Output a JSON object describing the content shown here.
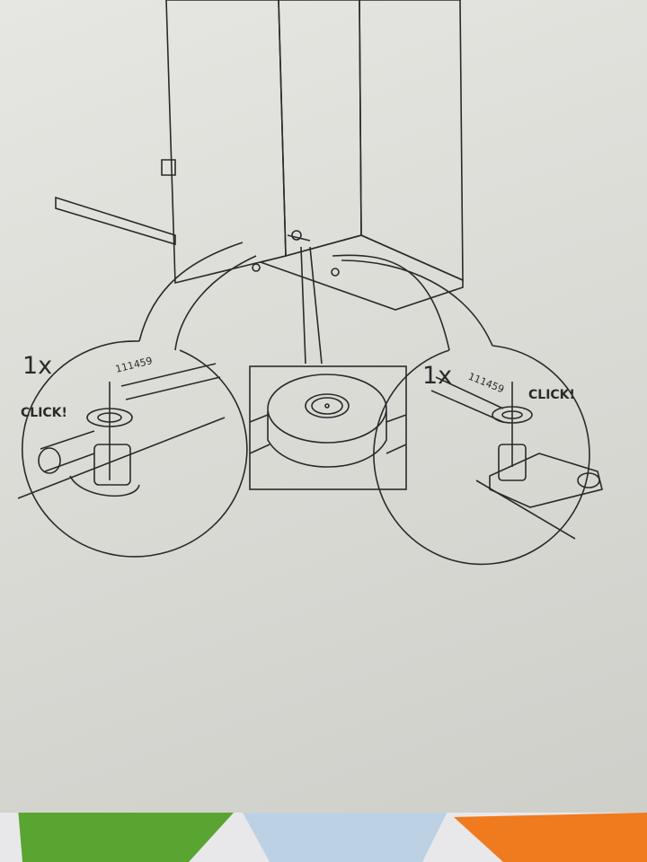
{
  "left_detail": {
    "quantity": "1x",
    "part_number": "111459",
    "action": "CLICK!"
  },
  "right_detail": {
    "quantity": "1x",
    "part_number": "111459",
    "action": "CLICK!"
  },
  "colors": {
    "paper": "#dedeD9",
    "line": "#2a2a2a",
    "fabric_green": "#5aa532",
    "fabric_orange": "#f07a1e",
    "fabric_blue": "#bcd2e4"
  }
}
